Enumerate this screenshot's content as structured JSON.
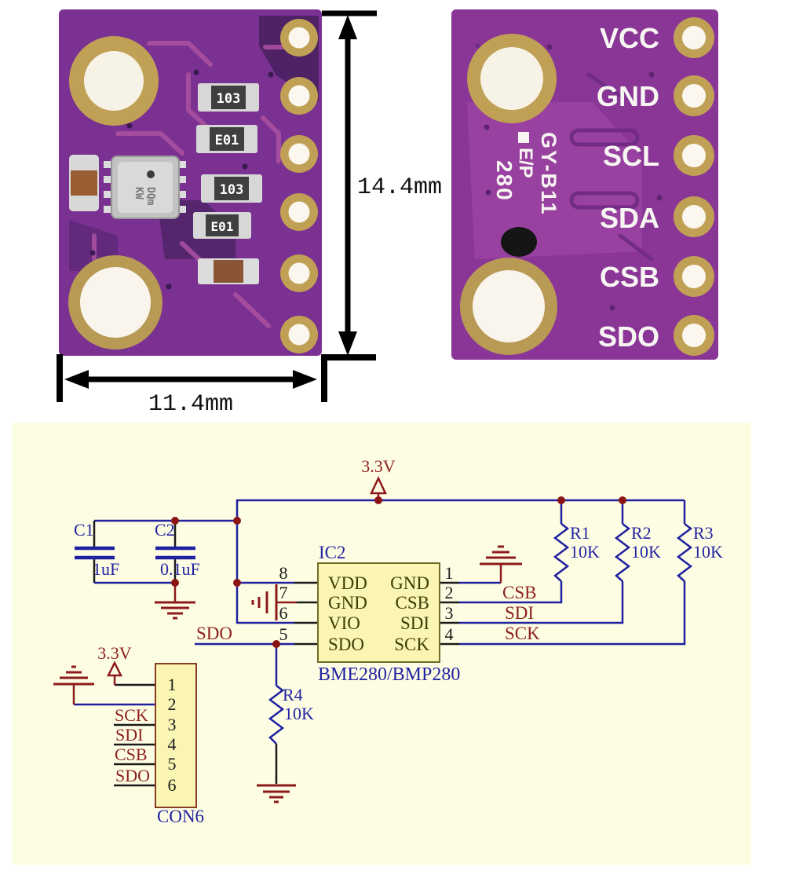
{
  "dimensions": {
    "height": "14.4mm",
    "width": "11.4mm"
  },
  "front_pcb": {
    "resistors": [
      "103",
      "E01",
      "103",
      "E01"
    ],
    "chip_line1": "DQm",
    "chip_line2": "KW"
  },
  "back_pcb": {
    "pins": [
      "VCC",
      "GND",
      "SCL",
      "SDA",
      "CSB",
      "SDO"
    ],
    "silk_line1": "GY-B11",
    "silk_line2": "E/P",
    "silk_line3": "280"
  },
  "schematic": {
    "vcc_top": "3.3V",
    "vcc_con": "3.3V",
    "c1_ref": "C1",
    "c1_val": "1uF",
    "c2_ref": "C2",
    "c2_val": "0.1uF",
    "ic_ref": "IC2",
    "ic_name": "BME280/BMP280",
    "ic_left_nums": [
      "8",
      "7",
      "6",
      "5"
    ],
    "ic_left_names": [
      "VDD",
      "GND",
      "VIO",
      "SDO"
    ],
    "ic_right_nums": [
      "1",
      "2",
      "3",
      "4"
    ],
    "ic_right_names": [
      "GND",
      "CSB",
      "SDI",
      "SCK"
    ],
    "net_csb": "CSB",
    "net_sdi": "SDI",
    "net_sck": "SCK",
    "net_sdo": "SDO",
    "r1_ref": "R1",
    "r1_val": "10K",
    "r2_ref": "R2",
    "r2_val": "10K",
    "r3_ref": "R3",
    "r3_val": "10K",
    "r4_ref": "R4",
    "r4_val": "10K",
    "con_ref": "CON6",
    "con_nums": [
      "1",
      "2",
      "3",
      "4",
      "5",
      "6"
    ],
    "con_net_sck": "SCK",
    "con_net_sdi": "SDI",
    "con_net_csb": "CSB",
    "con_net_sdo": "SDO"
  },
  "colors": {
    "board_purple_front": "#7a3191",
    "board_purple_back": "#8a3697",
    "gold": "#c0a055",
    "wire_navy": "#2020a0",
    "accent_maroon": "#8d1f1f",
    "schematic_bg": "#fdfde4",
    "ic_fill": "#faf5b2"
  }
}
